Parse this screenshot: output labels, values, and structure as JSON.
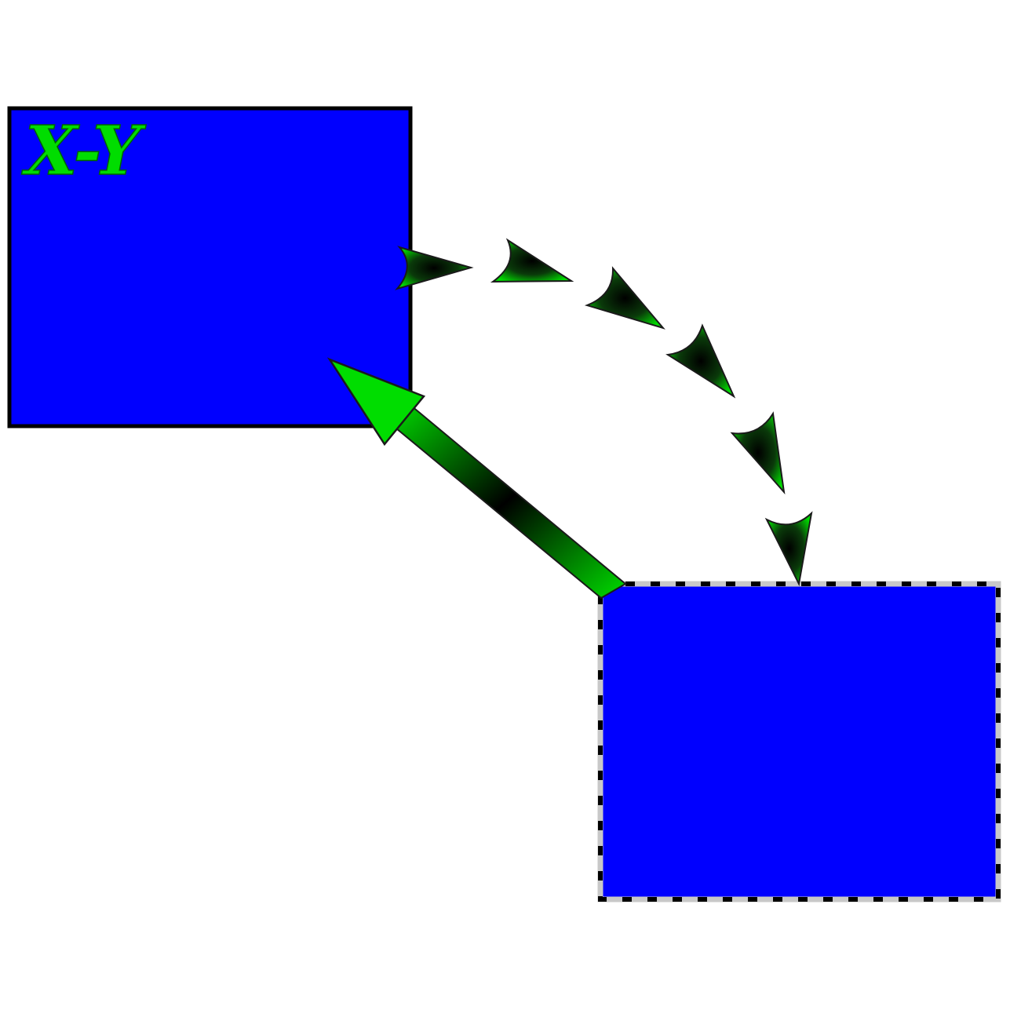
{
  "diagram": {
    "background": "#ffffff",
    "nodes": [
      {
        "id": "box-top-left",
        "label": "X-Y",
        "fill": "#0000ff",
        "border_color": "#000000",
        "border_style": "solid"
      },
      {
        "id": "box-bottom-right",
        "label": "",
        "fill": "#0000ff",
        "border_color": "#000000",
        "border_style": "dashed-on-gray"
      }
    ],
    "edges": [
      {
        "id": "solid-arrow",
        "from": "box-bottom-right",
        "to": "box-top-left",
        "style": "solid-shaded",
        "color": "#00dd00"
      },
      {
        "id": "dashed-arc-arrow",
        "from": "box-top-left",
        "to": "box-bottom-right",
        "style": "chain-of-arrowheads",
        "color": "#00dd00"
      }
    ],
    "label_color": "#00dd00"
  }
}
